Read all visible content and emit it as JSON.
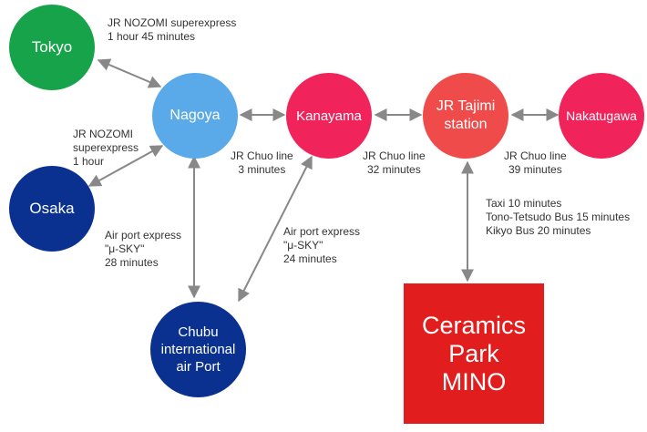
{
  "colors": {
    "tokyo": "#16a34a",
    "nagoya": "#5aa9e8",
    "pink": "#f0245a",
    "jr_tajimi": "#f04b4b",
    "navy": "#0a318f",
    "ceramics": "#e11d1d",
    "arrow": "#888888"
  },
  "nodes": {
    "tokyo": "Tokyo",
    "osaka": "Osaka",
    "nagoya": "Nagoya",
    "kanayama": "Kanayama",
    "jr_tajimi": "JR Tajimi\nstation",
    "nakatsugawa": "Nakatugawa",
    "chubu": "Chubu\ninternational\nair Port",
    "ceramics_park": "Ceramics\nPark\nMINO"
  },
  "labels": {
    "tokyo_route": "JR NOZOMI superexpress\n1 hour 45 minutes",
    "osaka_route": "JR NOZOMI\nsuperexpress\n1 hour",
    "nagoya_kanayama": "JR Chuo line\n3 minutes",
    "kanayama_tajimi": "JR Chuo line\n32 minutes",
    "tajimi_nakatsugawa": "JR Chuo line\n39 minutes",
    "nagoya_airport": "Air port express\n\"μ-SKY\"\n28 minutes",
    "kanayama_airport": "Air port express\n\"μ-SKY\"\n24 minutes",
    "tajimi_ceramics": "Taxi 10 minutes\nTono-Tetsudo Bus 15 minutes\nKikyo Bus 20 minutes"
  }
}
